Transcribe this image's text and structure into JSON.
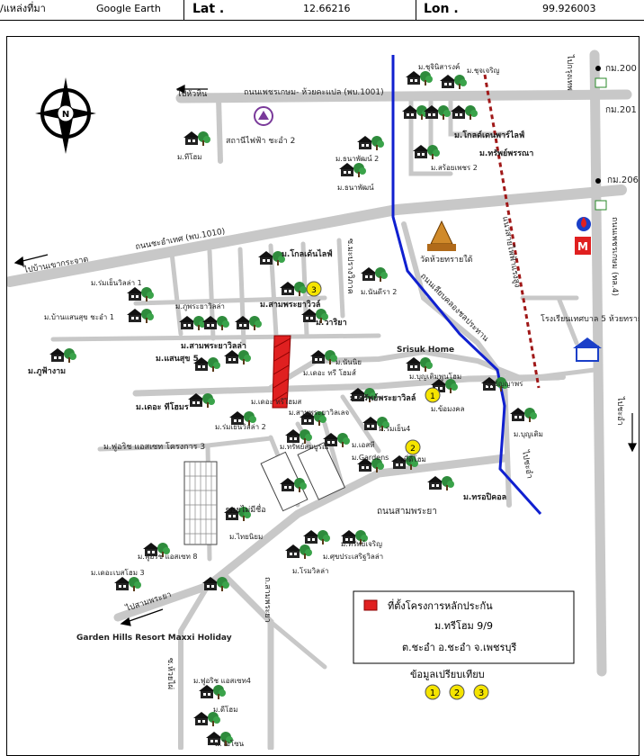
{
  "header": {
    "location_label": "/แหล่งที่มา",
    "source": "Google Earth",
    "lat_label": "Lat .",
    "lat_value": "12.66216",
    "lon_label": "Lon .",
    "lon_value": "99.926003"
  },
  "map": {
    "roads": {
      "petchkasem_hwykaphop": "ถนนเพชรเกษม- ห้วยคะแปล (พบ.1001)",
      "to_huahin": "ไปหัวหิน",
      "chaam_bp1010": "ถนนชะอำเทศ (พบ.1010)",
      "to_khaokrachang": "ไปบ้านเขากระจาด",
      "petchkasem_main": "ถนนเพชรเกษม (ทล.4)",
      "to_bangkok": "ไปกรุงเทพ",
      "to_chaam": "ไปชะอำ",
      "sampraya_road": "ถนนสามพระยา",
      "to_sampraya": "ไปสามพระยา",
      "soi_vertical": "ถ.สามพระยา",
      "soi_left": "ซ.ห้วยไผ่",
      "chaam_riverside": "ถนนเลียบคลองชลประทาน",
      "power_line": "แนวสายไฟฟ้าแรงสูง",
      "soi_wipa": "ซ.มะปรางวิภาค",
      "soi_tai": "ซอยไม่มีชื่อ"
    },
    "km_markers": [
      "กม.200",
      "กม.201",
      "กม.206"
    ],
    "landmarks": {
      "substation": "สถานีไฟฟ้า ชะอำ 2",
      "temple": "วัดห้วยทรายใต้",
      "school": "โรงเรียนเทศบาล 5 ห้วยทรายใต้",
      "srisuk": "Srisuk Home",
      "garden_hills": "Garden Hills Resort Maxxi Holiday",
      "fuerich3": "ม.ฟูอริช แอสเซท โครงการ 3"
    },
    "villages": [
      "ม.ชุจินิสารงค์",
      "ม.ชุจเจริญ",
      "ม.ทีโฮม",
      "ม.ธนาพัฒน์ 2",
      "ม.ธนาพัฒน์",
      "ม.โกลด์เดนพาร์ไลฟ์",
      "ม.ทรัพย์พรรณา",
      "ม.สร้อยเพชร 2",
      "ม.บ้านแสนสุข ชะอำ 1",
      "ม.ร่มเย็นวิลล่า 1",
      "ม.ภูพระยาวิลล่า",
      "ม.โกลเด้นไลฟ์",
      "ม.สามพระยาวิวล์",
      "ม.นันดีรา 2",
      "ม.วาริยา",
      "ม.สามพระยาวิลล่า",
      "ม.แสนสุข 5",
      "ม.ภูฟ้างาม",
      "ม.เดอะ ทรี โฮมส์",
      "ม.นันนิย",
      "ม.บุญเติมพูนโฮม",
      "ม.ธัญญาพร",
      "ม.เดอะ ทรีโฮมส",
      "ม.ทรัพย์พระยาวิลล์",
      "ม.ข้อมงคล",
      "ม.เดอะ ทีโฮมร",
      "ม.ร่มเย็นวิลล่า 2",
      "ม.สามพระยาวิลเลจ",
      "ม.ร่มเย็น4",
      "ม.เอสที",
      "ม.ทรัพย์สมบูรณ์",
      "ม.บุญเติม",
      "ม.Gardens",
      "ม.ที่ดีโฮม",
      "ม.ทรอปิคอล",
      "ม.ไทยนิยม",
      "ม.ฟูอริช แอสเซท 8",
      "ม.ทรัพย์เจริญ",
      "ม.ศุขประเสริฐวิลล่า",
      "ม.เดอะเบสโฮม 3",
      "ม.โรมวิลล่า",
      "ม.ฟูอริช แอสเซท4",
      "ม.ดีโฮม",
      "ม.โอโซน"
    ],
    "markers": [
      "1",
      "2",
      "3"
    ],
    "legend": {
      "site_label": "ที่ตั้งโครงการหลักประกัน",
      "project": "ม.ทรีโฮม 9/9",
      "address": "ต.ชะอำ อ.ชะอำ จ.เพชรบุรี"
    },
    "compare_label": "ข้อมูลเปรียบเทียบ",
    "compare_markers": [
      "1",
      "2",
      "3"
    ],
    "compass_letter": "N",
    "colors": {
      "road": "#c8c8c8",
      "canal": "#1020d0",
      "power_line": "#a01818",
      "site": "#e02020",
      "marker": "#f5e400",
      "tree": "#2e8b3c"
    }
  }
}
